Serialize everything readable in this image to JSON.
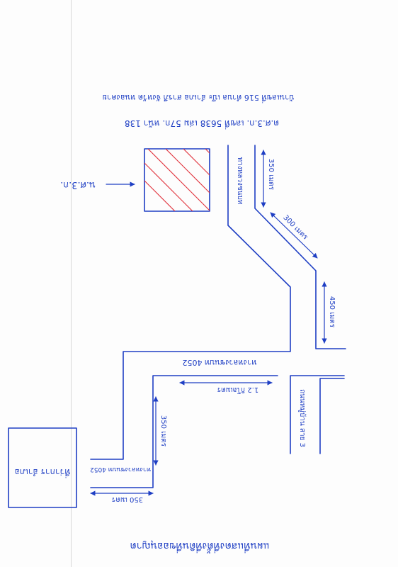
{
  "map": {
    "header_line1": "บ้านเลขที่ 516 ตำบล เบ๊ะ อำเภอ สารภี จังหวัด หนองคาย",
    "header_line2": "ต.ศ.3.ก. เลขที่ 5638 เล่ม 57ก. หน้า 138",
    "plot_label": "น.ศ.3.ก.",
    "road_left_vertical": "ทางหลวงชนบท",
    "dist_top": "350 เมตร",
    "dist_diagonal": "300 เมตร",
    "dist_right": "450 เมตร",
    "road_horizontal": "ทางหลวงชนบท 4052",
    "dist_km": "1.2 กิโลเมตร",
    "road_right": "ถนนหมู่บ้าน สาย 3",
    "dist_lower_vertical": "350 เมตร",
    "road_bottom_left": "ทางหลวงชนบท 4052",
    "dist_bottom": "350 เมตร",
    "landmark": "ที่ว่าการ อำเภอ",
    "footer": "แผนที่แสดงที่ตั้งที่ดินที่ขออนุญาต"
  }
}
